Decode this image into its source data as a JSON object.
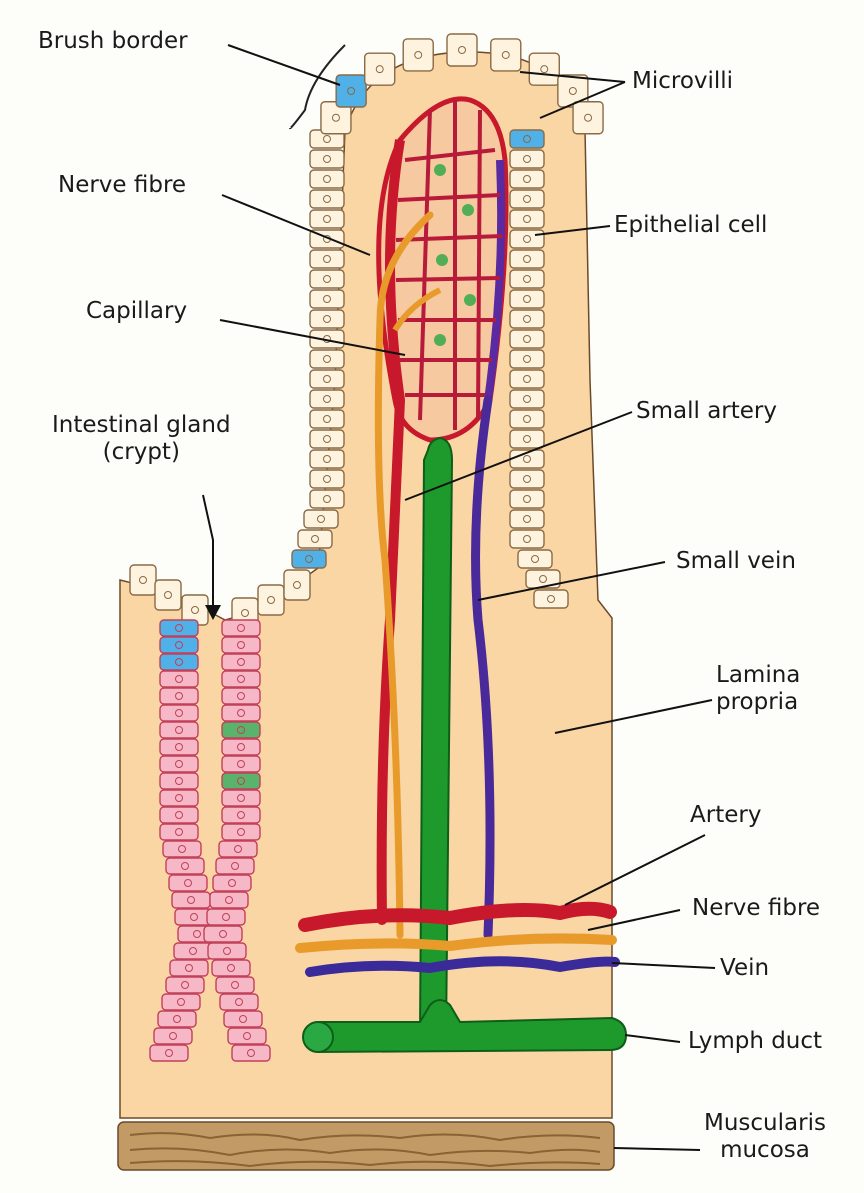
{
  "labels": {
    "brush_border": "Brush border",
    "microvilli": "Microvilli",
    "nerve_fibre_top": "Nerve fibre",
    "epithelial_cell": "Epithelial cell",
    "capillary": "Capillary",
    "small_artery": "Small artery",
    "intestinal_gland_line1": "Intestinal gland",
    "intestinal_gland_line2": "(crypt)",
    "small_vein": "Small vein",
    "lamina_propria_line1": "Lamina",
    "lamina_propria_line2": "propria",
    "artery": "Artery",
    "nerve_fibre_bottom": "Nerve fibre",
    "vein": "Vein",
    "lymph_duct": "Lymph duct",
    "muscularis_line1": "Muscularis",
    "muscularis_line2": "mucosa"
  },
  "colors": {
    "tissue": "#f9d6a4",
    "cell_fill": "#fdf3df",
    "cell_outline": "#8a6a45",
    "goblet_cell": "#4fb1e8",
    "crypt_cell": "#f6b8c6",
    "crypt_outline": "#c2405a",
    "artery": "#c8182b",
    "vein": "#4a2a9a",
    "nerve": "#e89b2a",
    "lymph": "#1e9a2c",
    "muscle": "#c29a66"
  }
}
